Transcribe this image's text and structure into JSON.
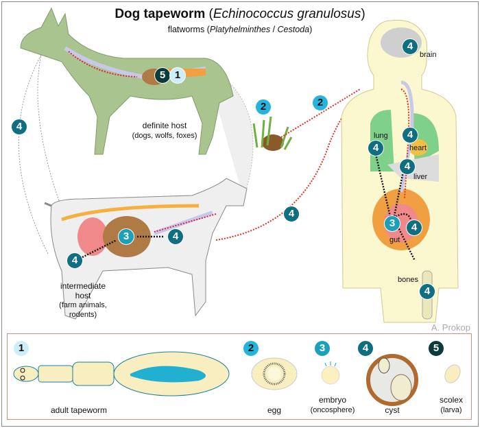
{
  "title": {
    "bold": "Dog tapeworm",
    "italic": "Echinococcus granulosus"
  },
  "subtitle": {
    "prefix": "flatworms (",
    "phylum": "Platyhelminthes",
    "sep": " / ",
    "class": "Cestoda",
    "suffix": ")"
  },
  "dog": {
    "label": "definite host",
    "sub": "(dogs, wolfs, foxes)"
  },
  "goat": {
    "label1": "intermediate",
    "label2": "host",
    "sub1": "(farm animals,",
    "sub2": "rodents)"
  },
  "human": {
    "brain": "brain",
    "lung": "lung",
    "heart": "heart",
    "liver": "liver",
    "gut": "gut",
    "bones": "bones"
  },
  "credit": "A. Prokop",
  "badges": {
    "n1": "1",
    "n2": "2",
    "n3": "3",
    "n4": "4",
    "n5": "5"
  },
  "legend": [
    {
      "num": "1",
      "label": "adult tapeworm"
    },
    {
      "num": "2",
      "label": "egg"
    },
    {
      "num": "3",
      "label": "embryo",
      "sub": "(oncosphere)"
    },
    {
      "num": "4",
      "label": "cyst"
    },
    {
      "num": "5",
      "label": "scolex",
      "sub": "(larva)"
    }
  ],
  "colors": {
    "dog": "#a9c48f",
    "human": "#fbf7cf",
    "b1": "#cdeef8",
    "b2": "#25b4de",
    "b3": "#1aa0b8",
    "b4": "#0f6f80",
    "b5": "#0c3b3c"
  }
}
